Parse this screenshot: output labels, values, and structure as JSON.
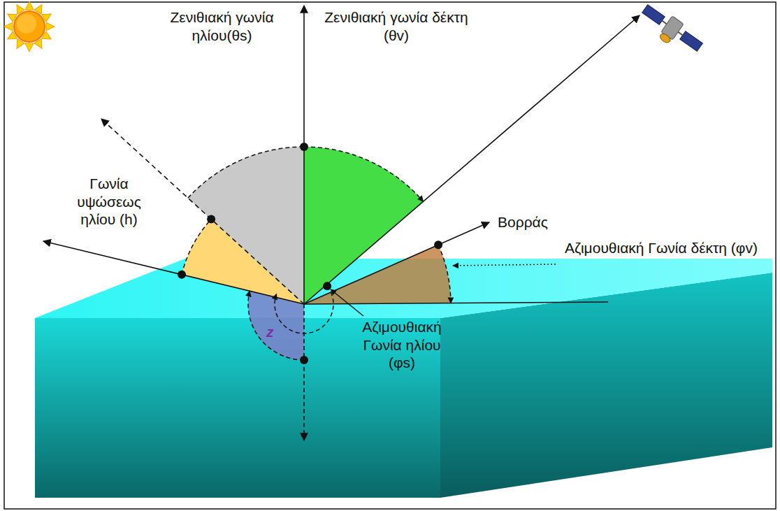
{
  "diagram": {
    "labels": [
      "Ζενιθιακή γωνία ηλίου(θs)",
      "Ζενιθιακή γωνία δέκτη (θv)",
      "Γωνία υψώσεως ηλίου (h)",
      "Βορράς",
      "Αζιμουθιακή Γωνία δέκτη (φv)",
      "Αζιμουθιακή Γωνία ηλίου (φs)",
      "z"
    ]
  }
}
